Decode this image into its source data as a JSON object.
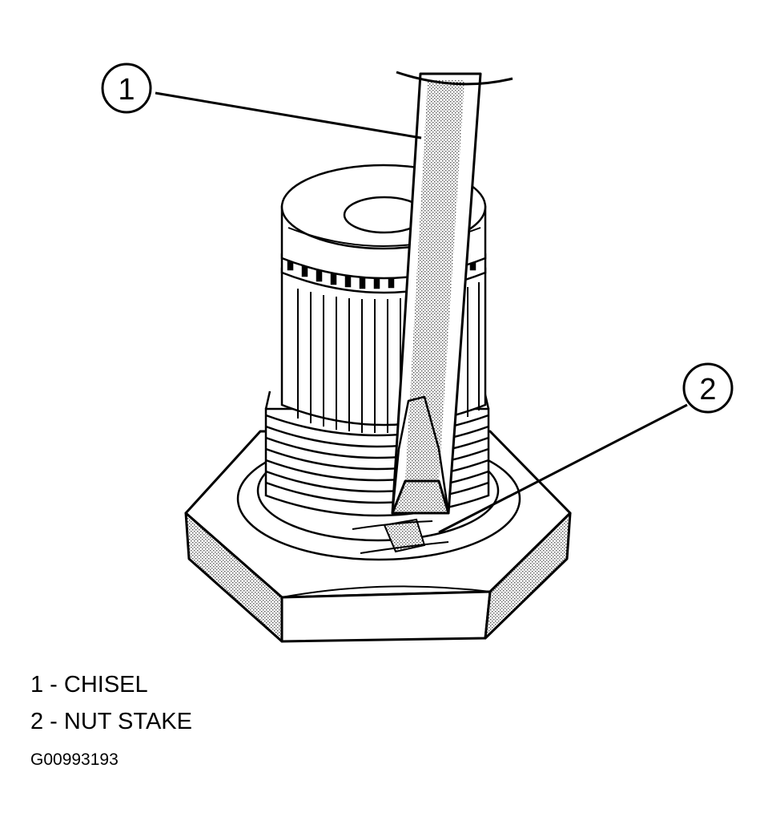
{
  "callouts": [
    {
      "number": "1"
    },
    {
      "number": "2"
    }
  ],
  "legend": [
    {
      "text": "1 - CHISEL"
    },
    {
      "text": "2 - NUT STAKE"
    }
  ],
  "figure_id": "G00993193",
  "colors": {
    "ink": "#000000",
    "paper": "#ffffff",
    "shading": "#b0b0b0"
  }
}
